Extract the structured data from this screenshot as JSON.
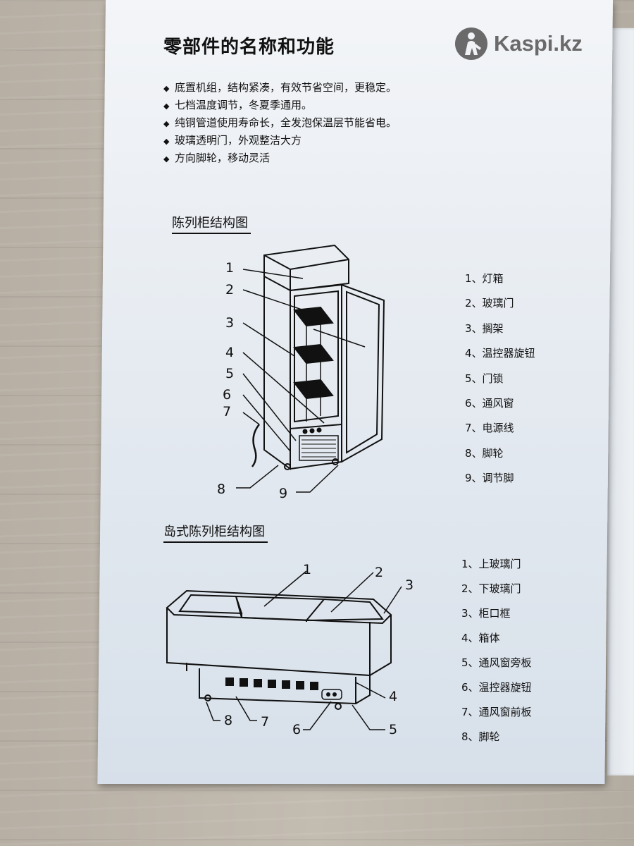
{
  "watermark": {
    "brand": "Kaspi.kz",
    "logo_icon": "kaspi-logo-icon"
  },
  "title": "零部件的名称和功能",
  "features": [
    "底置机组，结构紧凑，有效节省空间，更稳定。",
    "七档温度调节，冬夏季通用。",
    "纯铜管道使用寿命长，全发泡保温层节能省电。",
    "玻璃透明门，外观整洁大方",
    "方向脚轮，移动灵活"
  ],
  "bullet_symbol": "◆",
  "display_cabinet": {
    "section_title": "陈列柜结构图",
    "callouts": [
      "1",
      "2",
      "3",
      "4",
      "5",
      "6",
      "7",
      "8",
      "9"
    ],
    "parts": [
      "1、灯箱",
      "2、玻璃门",
      "3、搁架",
      "4、温控器旋钮",
      "5、门锁",
      "6、通风窗",
      "7、电源线",
      "8、脚轮",
      "9、调节脚"
    ]
  },
  "island_cabinet": {
    "section_title": "岛式陈列柜结构图",
    "callouts": [
      "1",
      "2",
      "3",
      "4",
      "5",
      "6",
      "7",
      "8"
    ],
    "parts": [
      "1、上玻璃门",
      "2、下玻璃门",
      "3、柜口框",
      "4、箱体",
      "5、通风窗旁板",
      "6、温控器旋钮",
      "7、通风窗前板",
      "8、脚轮"
    ]
  },
  "colors": {
    "ink": "#111111",
    "paper": "#eef2f6"
  }
}
